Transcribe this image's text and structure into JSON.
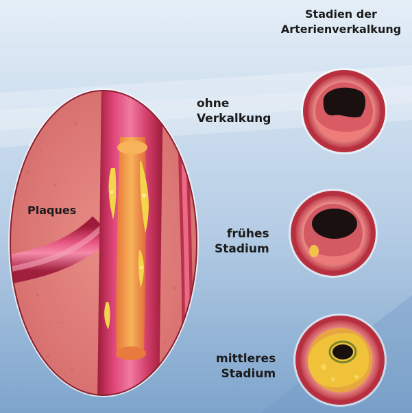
{
  "title": {
    "line1": "Stadien der",
    "line2": "Arterienverkalkung"
  },
  "plaques_label": "Plaques",
  "stages": [
    {
      "line1": "ohne",
      "line2": "Verkalkung"
    },
    {
      "line1": "frühes",
      "line2": "Stadium"
    },
    {
      "line1": "mittleres",
      "line2": "Stadium"
    }
  ],
  "colors": {
    "background_light": "#dce8f3",
    "background_dark": "#7fa6cd",
    "vessel_wall": "#d6656b",
    "vessel_dark": "#b3263e",
    "plaque": "#f2d24c",
    "lumen": "#1a1010"
  }
}
